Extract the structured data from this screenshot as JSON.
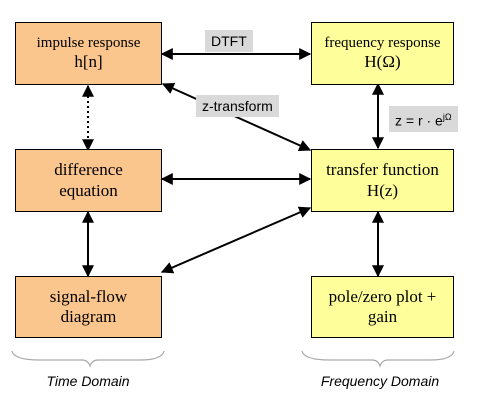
{
  "boxes": {
    "impulse": {
      "line1": "impulse response",
      "line2": "h[n]"
    },
    "difference": {
      "line1": "difference",
      "line2": "equation"
    },
    "signal_flow": {
      "line1": "signal-flow",
      "line2": "diagram"
    },
    "frequency": {
      "line1": "frequency response",
      "line2": "H(Ω)"
    },
    "transfer": {
      "line1": "transfer function",
      "line2": "H(z)"
    },
    "pole_zero": {
      "line1": "pole/zero plot +",
      "line2": "gain"
    }
  },
  "labels": {
    "dtft": "DTFT",
    "z_transform": "z-transform",
    "z_subst": "z = r · e",
    "z_subst_exp": "jΩ"
  },
  "domains": {
    "time": "Time Domain",
    "frequency": "Frequency Domain"
  },
  "colors": {
    "time_box": "#fbc58e",
    "freq_box": "#fefe9a",
    "tag_bg": "#d9d9d9"
  }
}
